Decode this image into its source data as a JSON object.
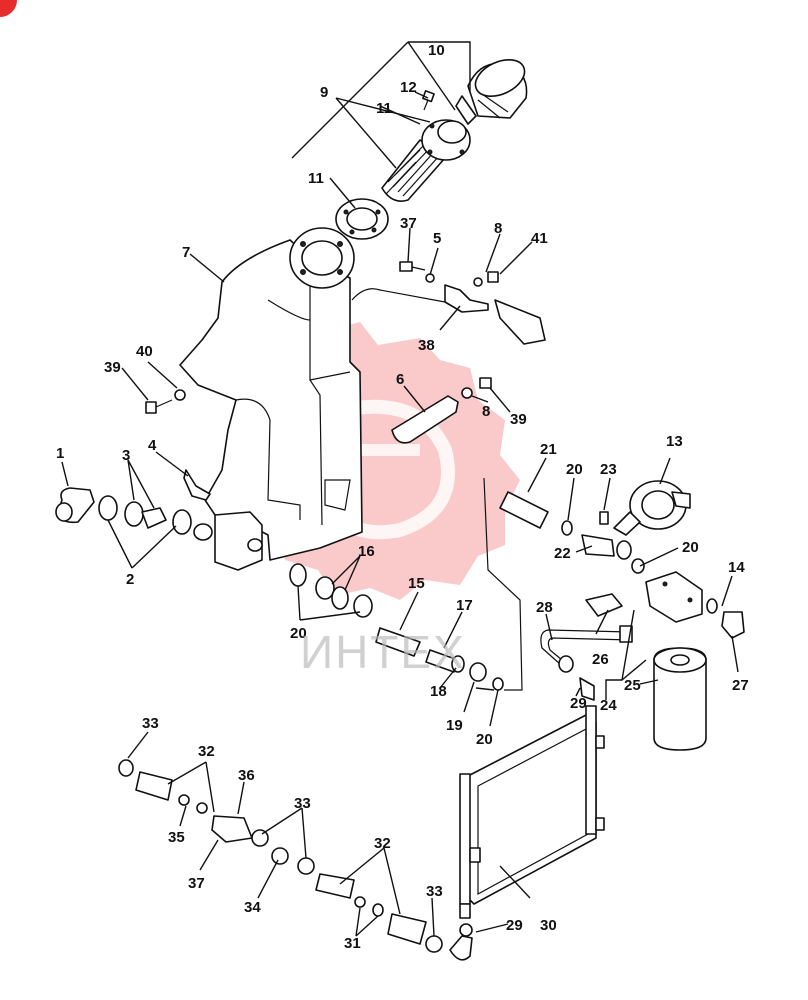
{
  "watermark": {
    "text": "ИНТЕХ",
    "color": "#e82b2b"
  },
  "callouts": [
    {
      "id": "c10a",
      "text": "10"
    },
    {
      "id": "c9",
      "text": "9"
    },
    {
      "id": "c12",
      "text": "12"
    },
    {
      "id": "c11a",
      "text": "11"
    },
    {
      "id": "c11b",
      "text": "11"
    },
    {
      "id": "c7",
      "text": "7"
    },
    {
      "id": "c37a",
      "text": "37"
    },
    {
      "id": "c5",
      "text": "5"
    },
    {
      "id": "c8a",
      "text": "8"
    },
    {
      "id": "c41",
      "text": "41"
    },
    {
      "id": "c38",
      "text": "38"
    },
    {
      "id": "c40",
      "text": "40"
    },
    {
      "id": "c39a",
      "text": "39"
    },
    {
      "id": "c6",
      "text": "6"
    },
    {
      "id": "c8b",
      "text": "8"
    },
    {
      "id": "c39b",
      "text": "39"
    },
    {
      "id": "c1",
      "text": "1"
    },
    {
      "id": "c3",
      "text": "3"
    },
    {
      "id": "c4",
      "text": "4"
    },
    {
      "id": "c2",
      "text": "2"
    },
    {
      "id": "c21",
      "text": "21"
    },
    {
      "id": "c20a",
      "text": "20"
    },
    {
      "id": "c23",
      "text": "23"
    },
    {
      "id": "c13",
      "text": "13"
    },
    {
      "id": "c22",
      "text": "22"
    },
    {
      "id": "c20b",
      "text": "20"
    },
    {
      "id": "c14",
      "text": "14"
    },
    {
      "id": "c16",
      "text": "16"
    },
    {
      "id": "c20c",
      "text": "20"
    },
    {
      "id": "c15",
      "text": "15"
    },
    {
      "id": "c17",
      "text": "17"
    },
    {
      "id": "c28",
      "text": "28"
    },
    {
      "id": "c26",
      "text": "26"
    },
    {
      "id": "c27",
      "text": "27"
    },
    {
      "id": "c18",
      "text": "18"
    },
    {
      "id": "c25",
      "text": "25"
    },
    {
      "id": "c29a",
      "text": "29"
    },
    {
      "id": "c24",
      "text": "24"
    },
    {
      "id": "c19",
      "text": "19"
    },
    {
      "id": "c20d",
      "text": "20"
    },
    {
      "id": "c33a",
      "text": "33"
    },
    {
      "id": "c32a",
      "text": "32"
    },
    {
      "id": "c36",
      "text": "36"
    },
    {
      "id": "c33b",
      "text": "33"
    },
    {
      "id": "c35",
      "text": "35"
    },
    {
      "id": "c37b",
      "text": "37"
    },
    {
      "id": "c32b",
      "text": "32"
    },
    {
      "id": "c34",
      "text": "34"
    },
    {
      "id": "c33c",
      "text": "33"
    },
    {
      "id": "c29b",
      "text": "29"
    },
    {
      "id": "c30",
      "text": "30"
    },
    {
      "id": "c31",
      "text": "31"
    }
  ]
}
